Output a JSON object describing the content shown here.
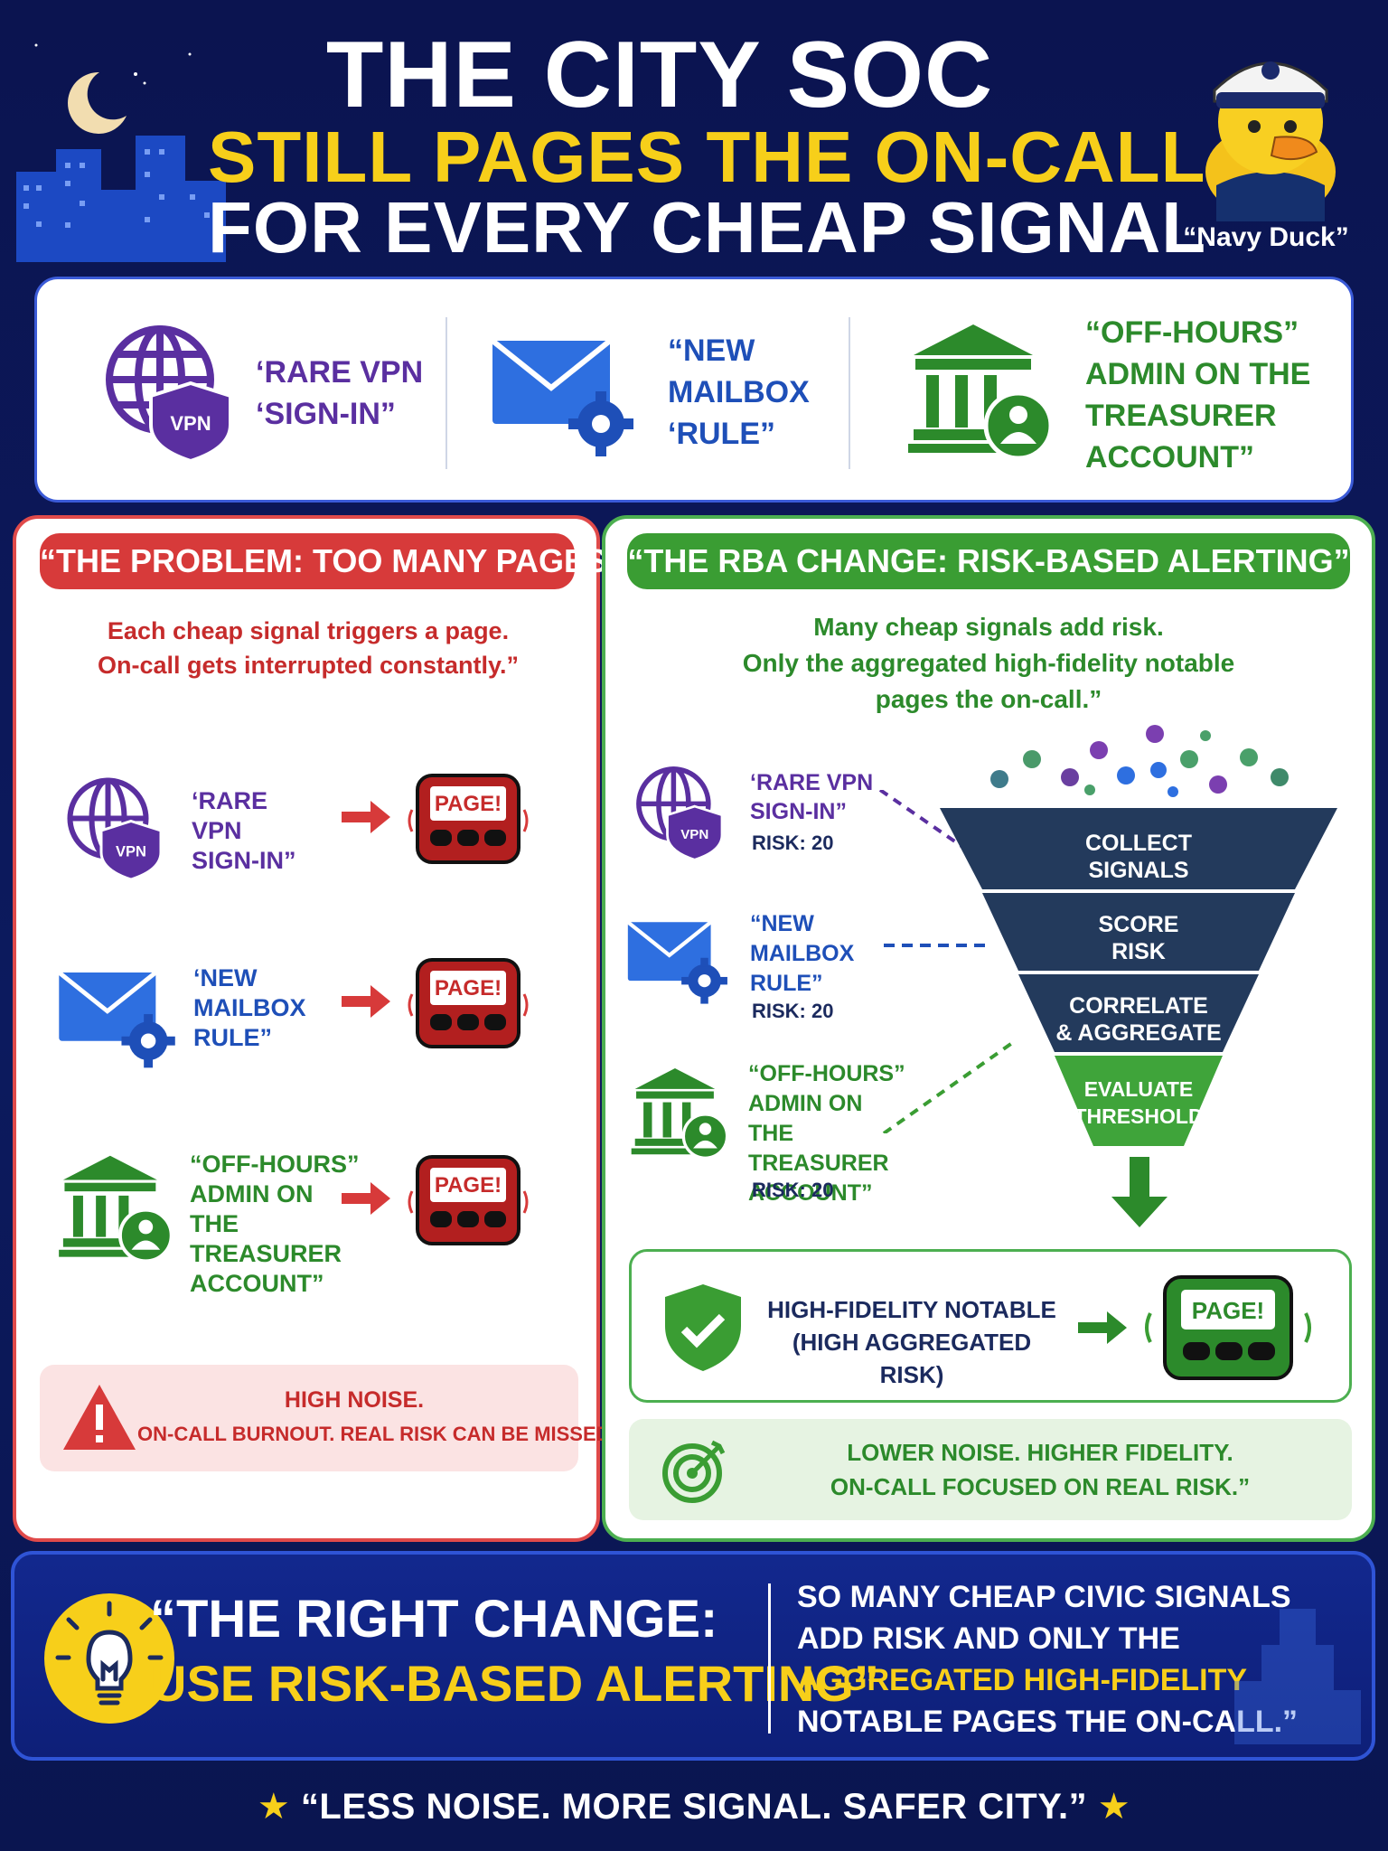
{
  "header": {
    "title_line1": "THE CITY SOC",
    "title_line2": "STILL PAGES THE ON-CALL",
    "title_line3": "FOR EVERY CHEAP SIGNAL",
    "mascot_name": "“Navy Duck”",
    "mascot_icon": "duck-sailor-icon"
  },
  "signals": [
    {
      "label": "‘RARE VPN ‘SIGN-IN”",
      "icon": "globe-vpn-icon",
      "badge": "VPN",
      "color": "#5a2fa0"
    },
    {
      "label": "“NEW MAILBOX ‘RULE”",
      "icon": "mail-gear-icon",
      "color": "#1e4fb8"
    },
    {
      "label": "“OFF-HOURS” ADMIN ON THE TREASURER ACCOUNT”",
      "icon": "bank-user-icon",
      "color": "#2c8a2b"
    }
  ],
  "problem": {
    "heading": "“THE PROBLEM: TOO MANY PAGES”",
    "subtitle_line1": "Each cheap signal triggers a page.",
    "subtitle_line2": "On-call gets interrupted constantly.”",
    "rows": [
      {
        "label_line1": "‘RARE VPN",
        "label_line2": "SIGN-IN”",
        "label_line3": "",
        "label_line4": "",
        "badge": "VPN",
        "pager_text": "PAGE!"
      },
      {
        "label_line1": "‘NEW",
        "label_line2": "MAILBOX",
        "label_line3": "RULE”",
        "label_line4": "",
        "pager_text": "PAGE!"
      },
      {
        "label_line1": "“OFF-HOURS”",
        "label_line2": "ADMIN ON",
        "label_line3": "THE TREASURER",
        "label_line4": "ACCOUNT”",
        "pager_text": "PAGE!"
      }
    ],
    "warning_line1": "HIGH NOISE.",
    "warning_line2": "ON-CALL BURNOUT. REAL RISK CAN BE MISSED.”",
    "warning_icon": "warning-triangle-icon"
  },
  "rba": {
    "heading": "“THE RBA CHANGE: RISK-BASED ALERTING”",
    "subtitle_line1": "Many cheap signals add risk.",
    "subtitle_line2": "Only the aggregated high-fidelity notable",
    "subtitle_line3": "pages the on-call.”",
    "rows": [
      {
        "label_line1": "‘RARE VPN",
        "label_line2": "SIGN-IN”",
        "label_line3": "",
        "label_line4": "",
        "risk": "RISK: 20",
        "badge": "VPN"
      },
      {
        "label_line1": "“NEW",
        "label_line2": "MAILBOX",
        "label_line3": "RULE”",
        "label_line4": "",
        "risk": "RISK: 20"
      },
      {
        "label_line1": "“OFF-HOURS”",
        "label_line2": "ADMIN ON",
        "label_line3": "THE TREASURER",
        "label_line4": "ACCOUNT”",
        "risk": "RISK: 20"
      }
    ],
    "funnel": [
      {
        "line1": "COLLECT",
        "line2": "SIGNALS",
        "color": "#233a5c"
      },
      {
        "line1": "SCORE",
        "line2": "RISK",
        "color": "#233a5c"
      },
      {
        "line1": "CORRELATE",
        "line2": "& AGGREGATE",
        "color": "#233a5c"
      },
      {
        "line1": "EVALUATE",
        "line2": "THRESHOLD",
        "color": "#3fa43a"
      }
    ],
    "notable_line1": "HIGH-FIDELITY NOTABLE",
    "notable_line2": "(HIGH AGGREGATED RISK)",
    "notable_pager": "PAGE!",
    "notable_icon": "shield-check-icon",
    "result_line1": "LOWER NOISE. HIGHER FIDELITY.",
    "result_line2": "ON-CALL FOCUSED ON REAL RISK.”",
    "result_icon": "target-icon"
  },
  "bottom": {
    "quote_line1": "“THE RIGHT CHANGE:",
    "quote_line2": "USE RISK-BASED ALERTING”",
    "summary_line1": "SO MANY CHEAP CIVIC SIGNALS",
    "summary_line2": "ADD RISK AND ONLY THE",
    "summary_line3": "AGGREGATED HIGH-FIDELITY",
    "summary_line4": "NOTABLE PAGES THE ON-CALL.”",
    "icon": "lightbulb-icon"
  },
  "footer": {
    "tagline": "“LESS NOISE. MORE SIGNAL. SAFER CITY.”",
    "star": "★"
  },
  "colors": {
    "background": "#0b1450",
    "yellow": "#f7cf1a",
    "problem_red": "#c62b2b",
    "rba_green": "#2c8a2b",
    "purple": "#5a2fa0",
    "blue": "#1e4fb8"
  }
}
